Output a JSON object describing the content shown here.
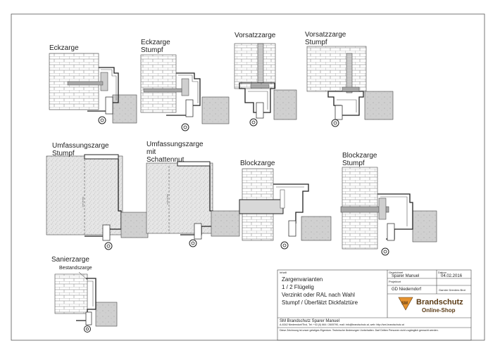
{
  "drawings": [
    {
      "key": "eckzarge",
      "lines": [
        "Eckzarge"
      ]
    },
    {
      "key": "eckzarge_stumpf",
      "lines": [
        "Eckzarge",
        "Stumpf"
      ]
    },
    {
      "key": "vorsatzzarge",
      "lines": [
        "Vorsatzzarge"
      ]
    },
    {
      "key": "vorsatzzarge_stumpf",
      "lines": [
        "Vorsatzzarge",
        "Stumpf"
      ]
    },
    {
      "key": "umfassungszarge_stumpf",
      "lines": [
        "Umfassungszarge",
        "Stumpf"
      ]
    },
    {
      "key": "umfassungszarge_schattennut",
      "lines": [
        "Umfassungszarge",
        "mit",
        "Schattennut"
      ]
    },
    {
      "key": "blockzarge",
      "lines": [
        "Blockzarge"
      ]
    },
    {
      "key": "blockzarge_stumpf",
      "lines": [
        "Blockzarge",
        "Stumpf"
      ]
    },
    {
      "key": "sanierzarge",
      "lines": [
        "Sanierzarge"
      ]
    }
  ],
  "annotations": {
    "bestandszarge": "Bestandszarge"
  },
  "title_block": {
    "inhalt_label": "Inhalt",
    "inhalt_lines": [
      "Zargenvarianten",
      "1 / 2 Flügelig",
      "Verzinkt oder RAL nach Wahl",
      "Stumpf / Überfälzt Dickfalztüre"
    ],
    "gezeichnet_label": "Gezeichnet",
    "gezeichnet_value": "Sparer Manuel",
    "datum_label": "Datum",
    "datum_value": "04.02.2016",
    "projektort_label": "Projektort",
    "projektort_value": "GD Niederndorf",
    "extra_value": "Garnier Drexlers Brot",
    "company_name": "SM Brandschutz Sparer Manuel",
    "company_address": "A-6342 Niederndorf/Tirol, Tel: +43 (0) 664 / 2605790, mail: info@brandschutz.at, web: http://smi-brandschutz.at",
    "disclaimer": "Diese Zeichnung ist unser geistiges Eigentum. Technische Änderungen Vorbehalten. Darf Dritten Personen nicht zugänglich gemacht werden.",
    "logo_text_1": "Brandschutz",
    "logo_text_2": "Online-Shop",
    "logo_letters": "SM"
  }
}
